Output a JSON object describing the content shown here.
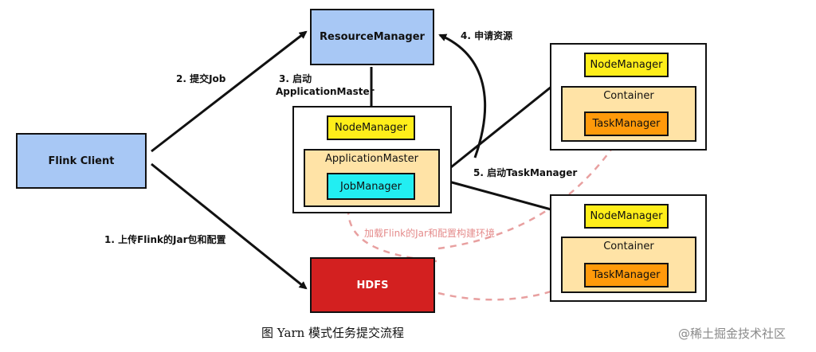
{
  "nodes": {
    "flink_client": "Flink Client",
    "resource_manager": "ResourceManager",
    "hdfs": "HDFS",
    "am_node_manager": "NodeManager",
    "application_master": "ApplicationMaster",
    "job_manager": "JobManager",
    "node_manager_1": "NodeManager",
    "container_1": "Container",
    "task_manager_1": "TaskManager",
    "node_manager_2": "NodeManager",
    "container_2": "Container",
    "task_manager_2": "TaskManager"
  },
  "steps": {
    "step1": "1. 上传Flink的Jar包和配置",
    "step2": "2. 提交Job",
    "step3_line1": "3. 启动",
    "step3_line2": "ApplicationMaster",
    "step4": "4. 申请资源",
    "step5": "5. 启动TaskManager",
    "load_env": "加载Flink的Jar和配置构建环境"
  },
  "caption": "图  Yarn 模式任务提交流程",
  "watermark": "@稀土掘金技术社区",
  "colors": {
    "blue_box": "#a8c8f5",
    "yellow_node": "#ffee1a",
    "container_fill": "#ffe3a6",
    "orange_task": "#ff9a0a",
    "cyan_job": "#22eef2",
    "hdfs_red": "#d32020",
    "dashed_pink": "#e8a0a0"
  }
}
